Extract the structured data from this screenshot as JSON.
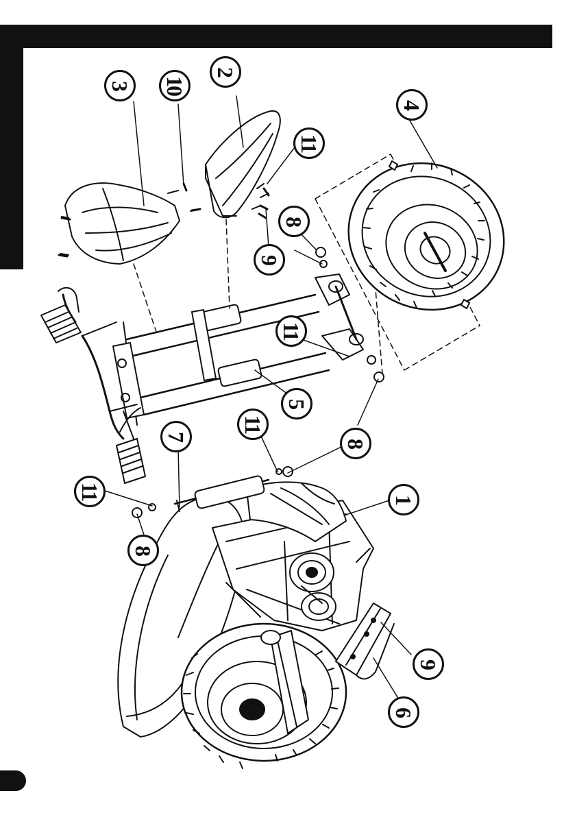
{
  "diagram": {
    "type": "exploded-parts-diagram",
    "orientation": "rotated-90",
    "colors": {
      "ink": "#111111",
      "paper": "#ffffff"
    },
    "callouts": [
      {
        "id": "c1",
        "label": "1",
        "part": "frame"
      },
      {
        "id": "c2",
        "label": "2",
        "part": "front-fender"
      },
      {
        "id": "c3",
        "label": "3",
        "part": "front-cover"
      },
      {
        "id": "c4",
        "label": "4",
        "part": "front-wheel"
      },
      {
        "id": "c5",
        "label": "5",
        "part": "front-fork"
      },
      {
        "id": "c6",
        "label": "6",
        "part": "footrest"
      },
      {
        "id": "c7",
        "label": "7",
        "part": "axle-bolt"
      },
      {
        "id": "c8a",
        "label": "8",
        "part": "nut"
      },
      {
        "id": "c8b",
        "label": "8",
        "part": "nut"
      },
      {
        "id": "c8c",
        "label": "8",
        "part": "nut"
      },
      {
        "id": "c9a",
        "label": "9",
        "part": "bolt"
      },
      {
        "id": "c9b",
        "label": "9",
        "part": "bolt"
      },
      {
        "id": "c10a",
        "label": "10",
        "part": "screw"
      },
      {
        "id": "c10b",
        "label": "10",
        "part": "screw"
      },
      {
        "id": "c11a",
        "label": "11",
        "part": "washer"
      },
      {
        "id": "c11b",
        "label": "11",
        "part": "washer"
      },
      {
        "id": "c11c",
        "label": "11",
        "part": "washer"
      }
    ]
  }
}
